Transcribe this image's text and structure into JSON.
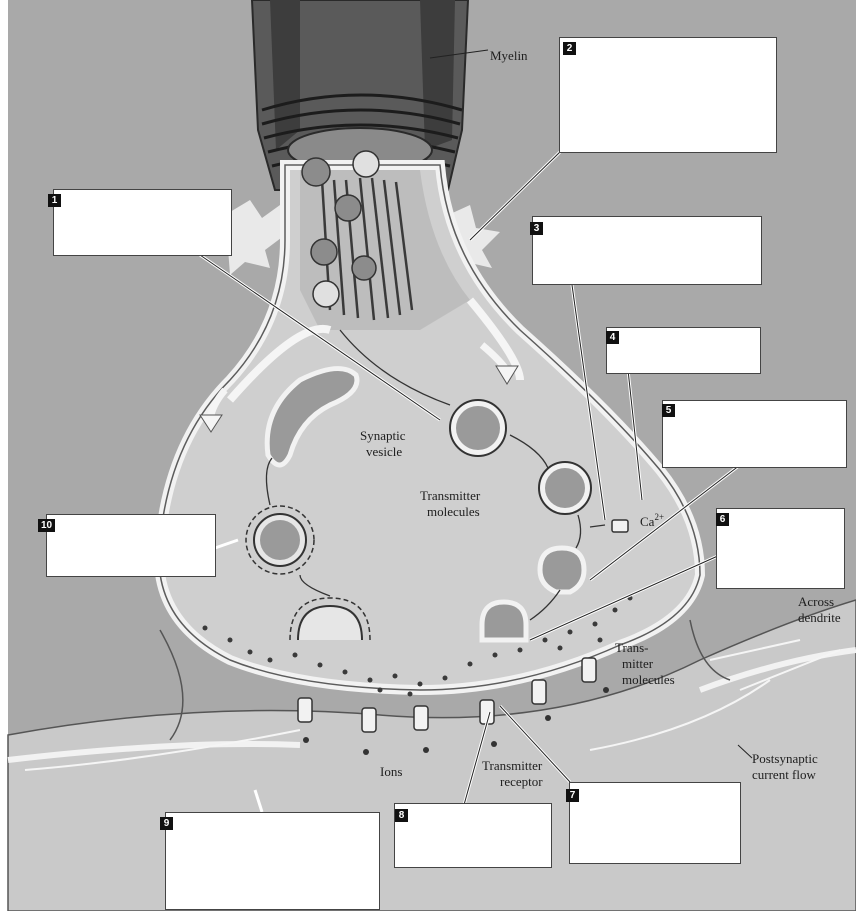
{
  "labels": {
    "myelin": "Myelin",
    "synaptic_vesicle_1": "Synaptic",
    "synaptic_vesicle_2": "vesicle",
    "transmitter_1": "Transmitter",
    "transmitter_2": "molecules",
    "calcium": "Ca",
    "calcium_sup": "2+",
    "transmitter_b_1": "Trans-",
    "transmitter_b_2": "mitter",
    "transmitter_b_3": "molecules",
    "across_1": "Across",
    "across_2": "dendrite",
    "ions": "Ions",
    "receptor_1": "Transmitter",
    "receptor_2": "receptor",
    "postsyn_1": "Postsynaptic",
    "postsyn_2": "current flow"
  },
  "boxes": [
    {
      "number": "1"
    },
    {
      "number": "2"
    },
    {
      "number": "3"
    },
    {
      "number": "4"
    },
    {
      "number": "5"
    },
    {
      "number": "6"
    },
    {
      "number": "7"
    },
    {
      "number": "8"
    },
    {
      "number": "9"
    },
    {
      "number": "10"
    }
  ],
  "colors": {
    "background": "#a9a9a9",
    "terminal": "#cfcfcf",
    "membrane": "#f2f2f2",
    "vesicle": "#9a9a9a",
    "label_box": "#ffffff"
  }
}
